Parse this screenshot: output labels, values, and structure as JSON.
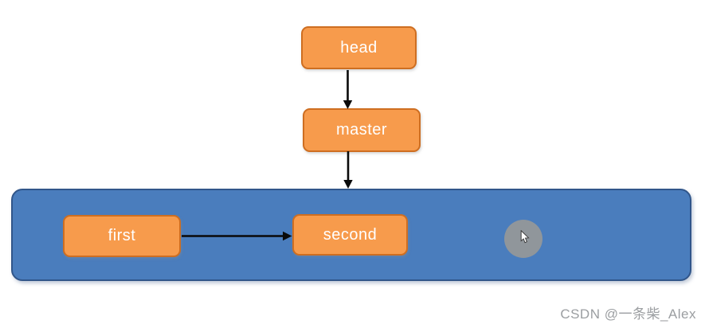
{
  "diagram": {
    "nodes": {
      "head": {
        "label": "head"
      },
      "master": {
        "label": "master"
      },
      "first": {
        "label": "first"
      },
      "second": {
        "label": "second"
      }
    },
    "container": {
      "name": "branch-container"
    },
    "edges": [
      {
        "from": "head",
        "to": "master",
        "direction": "down"
      },
      {
        "from": "master",
        "to": "branch-container",
        "direction": "down"
      },
      {
        "from": "first",
        "to": "second",
        "direction": "right"
      }
    ],
    "colors": {
      "node_fill": "#f79b4c",
      "node_border": "#ce6e21",
      "node_text": "#ffffff",
      "container_fill": "#4a7dbd",
      "container_border": "#31568a",
      "arrow": "#0a0a0a",
      "background": "#ffffff"
    }
  },
  "cursor": {
    "icon": "mouse-pointer-icon",
    "halo_color": "#90969b"
  },
  "watermark": {
    "text": "CSDN @一条柴_Alex",
    "color": "#9b9ea1"
  }
}
